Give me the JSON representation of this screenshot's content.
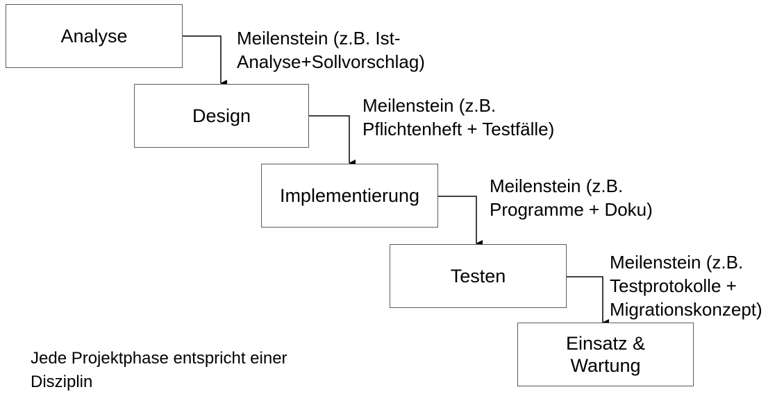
{
  "phases": [
    {
      "name": "phase-analyse",
      "lines": [
        "Analyse"
      ]
    },
    {
      "name": "phase-design",
      "lines": [
        "Design"
      ]
    },
    {
      "name": "phase-implementierung",
      "lines": [
        "Implementierung"
      ]
    },
    {
      "name": "phase-testen",
      "lines": [
        "Testen"
      ]
    },
    {
      "name": "phase-einsatz-wartung",
      "lines": [
        "Einsatz &",
        "Wartung"
      ]
    }
  ],
  "milestones": [
    {
      "lines": [
        "Meilenstein (z.B. Ist-",
        "Analyse+Sollvorschlag)"
      ]
    },
    {
      "lines": [
        "Meilenstein (z.B.",
        "Pflichtenheft + Testfälle)"
      ]
    },
    {
      "lines": [
        "Meilenstein (z.B.",
        "Programme + Doku)"
      ]
    },
    {
      "lines": [
        "Meilenstein (z.B.",
        "Testprotokolle +",
        "Migrationskonzept)"
      ]
    }
  ],
  "footnote": {
    "lines": [
      "Jede Projektphase entspricht einer",
      "Disziplin"
    ]
  }
}
